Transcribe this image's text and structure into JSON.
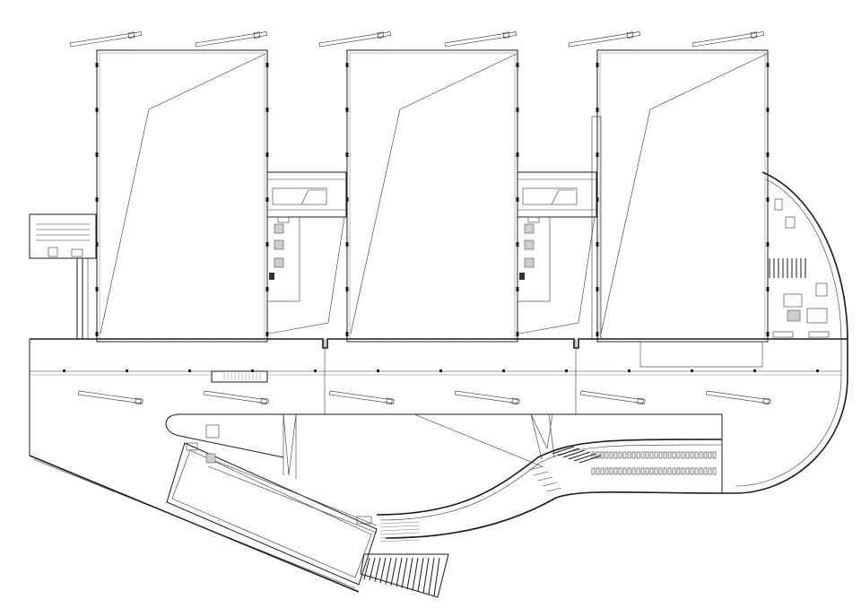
{
  "drawing": {
    "type": "architectural floor plan",
    "style": "black line drawing on white",
    "colors": {
      "line": "#1a1a1a",
      "background": "#ffffff",
      "hatch": "#cfcfcf"
    }
  },
  "elements": {
    "hangars": [
      {
        "id": "hangar-1"
      },
      {
        "id": "hangar-2"
      },
      {
        "id": "hangar-3"
      }
    ],
    "connector_blocks": [
      {
        "id": "connector-1"
      },
      {
        "id": "connector-2"
      }
    ],
    "rounded_terminal": {
      "id": "curved-end-block"
    },
    "side_annex": {
      "id": "west-annex"
    },
    "lower_wing": {
      "id": "angled-lower-wing"
    },
    "concourse": {
      "id": "main-concourse"
    }
  }
}
